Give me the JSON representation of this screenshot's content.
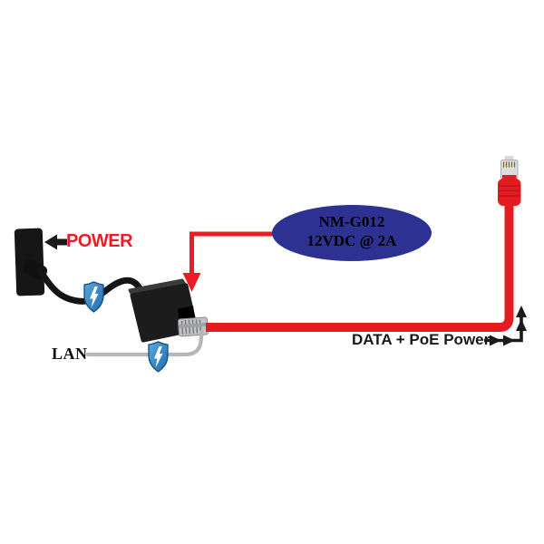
{
  "diagram": {
    "wall_power_label": "POWER",
    "lan_label": "LAN",
    "output_label": "DATA + PoE Power",
    "injector_callout": {
      "model": "NM-G012",
      "output": "12VDC @ 2A"
    },
    "colors": {
      "accent_red": "#ED1C24",
      "cable_red": "#E51B22",
      "callout_navy": "#2D3192",
      "shield_blue_light": "#5FA8DC",
      "shield_blue_dark": "#1B6CB2",
      "cable_gray": "#B5B6B8",
      "device_black": "#1A1A1A"
    }
  }
}
